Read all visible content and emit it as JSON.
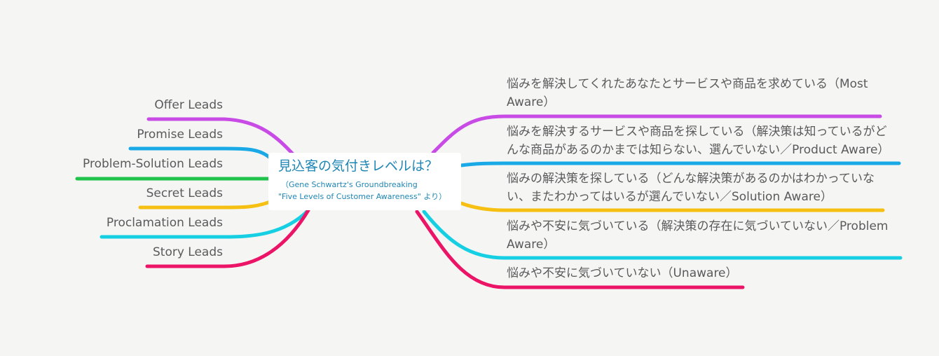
{
  "center": {
    "title": "見込客の気付きレベルは？",
    "subtitle_line1": "（Gene Schwartz's Groundbreaking",
    "subtitle_line2": "\"Five Levels of Customer Awareness\" より）"
  },
  "left_branches": [
    {
      "label": "Offer Leads",
      "color": "#c84be6"
    },
    {
      "label": "Promise Leads",
      "color": "#19a9e6"
    },
    {
      "label": "Problem-Solution Leads",
      "color": "#1fc24a"
    },
    {
      "label": "Secret Leads",
      "color": "#f5c012"
    },
    {
      "label": "Proclamation Leads",
      "color": "#17cfe3"
    },
    {
      "label": "Story Leads",
      "color": "#eb1466"
    }
  ],
  "right_branches": [
    {
      "label": "悩みを解決してくれたあなたとサービスや商品を求めている（Most Aware）",
      "color": "#c84be6"
    },
    {
      "label": "悩みを解決するサービスや商品を探している（解決策は知っているがどんな商品があるのかまでは知らない、選んでいない／Product Aware）",
      "color": "#19a9e6"
    },
    {
      "label": "悩みの解決策を探している（どんな解決策があるのかはわかっていない、またわかってはいるが選んでいない／Solution Aware）",
      "color": "#f5c012"
    },
    {
      "label": "悩みや不安に気づいている（解決策の存在に気づいていない／Problem Aware）",
      "color": "#17cfe3"
    },
    {
      "label": "悩みや不安に気づいていない（Unaware）",
      "color": "#eb1466"
    }
  ]
}
